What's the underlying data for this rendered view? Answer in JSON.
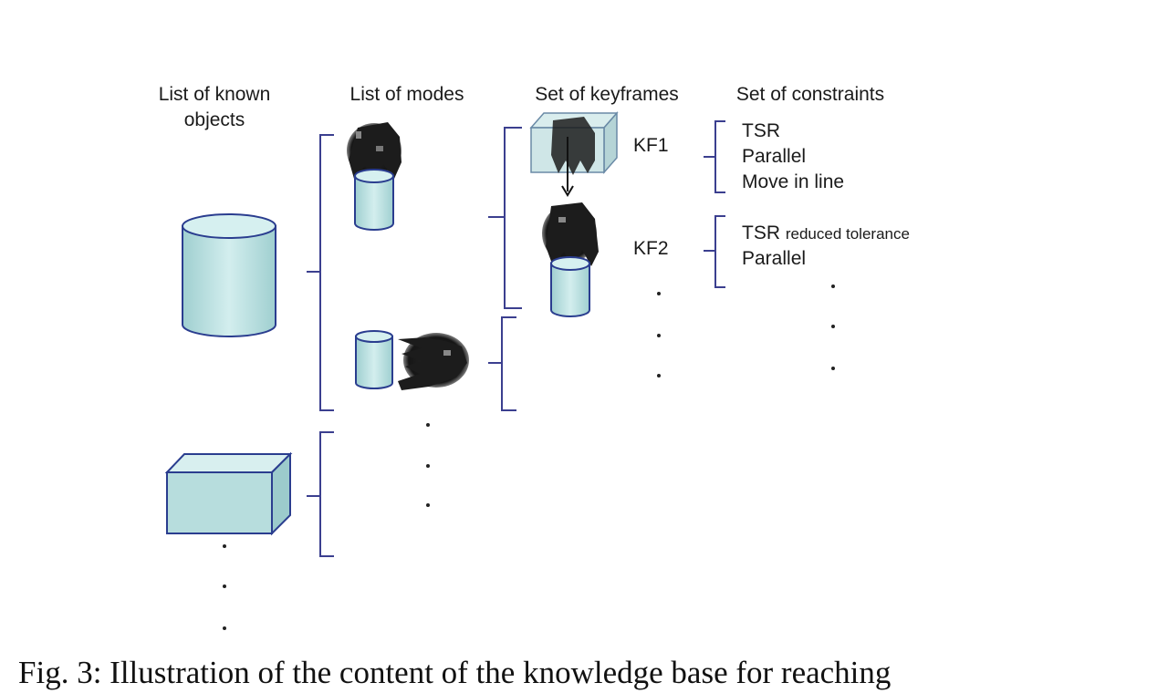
{
  "headers": {
    "objects": "List of known objects",
    "modes": "List of modes",
    "keyframes": "Set of keyframes",
    "constraints": "Set of constraints"
  },
  "keyframes": {
    "kf1": "KF1",
    "kf2": "KF2"
  },
  "constraints": {
    "kf1": [
      "TSR",
      "Parallel",
      "Move in line"
    ],
    "kf2_tsr": "TSR",
    "kf2_tsr_note": "reduced tolerance",
    "kf2_parallel": "Parallel"
  },
  "caption": "Fig. 3: Illustration of the content of the knowledge base for reaching",
  "colors": {
    "object_fill": "#bfe3e3",
    "object_stroke": "#2a3d8f",
    "bracket": "#3b3f8f",
    "hand": "#1c1c1c"
  }
}
